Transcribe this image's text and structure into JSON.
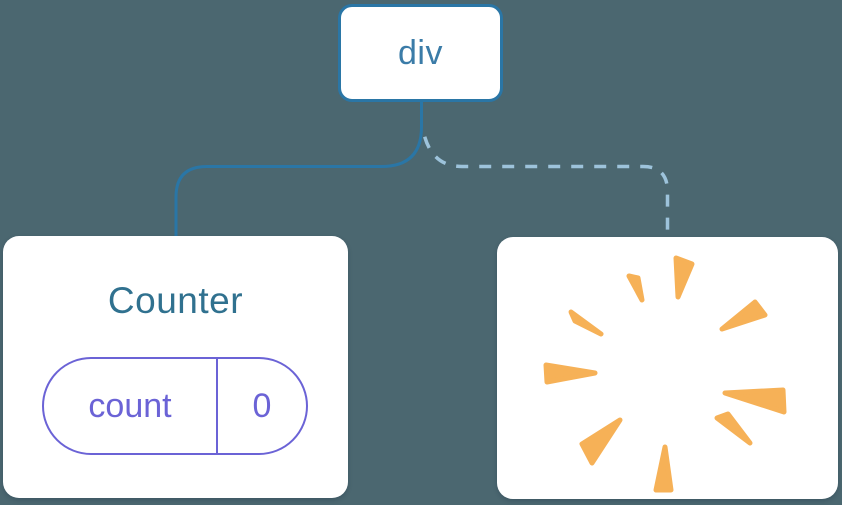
{
  "diagram": {
    "background_color": "#4B6770",
    "root_node": {
      "label": "div",
      "border_color": "#2A76A6",
      "text_color": "#3B7CA8"
    },
    "edges": [
      {
        "type": "solid",
        "color": "#2A76A6",
        "from": "root-node",
        "to": "counter-node"
      },
      {
        "type": "dashed",
        "color": "#9DC3DB",
        "from": "root-node",
        "to": "removed-node"
      }
    ],
    "counter_node": {
      "title": "Counter",
      "title_color": "#30718F",
      "state_pill": {
        "name": "count",
        "value": "0",
        "color": "#6B63D6"
      }
    },
    "removed_node": {
      "icon": "poof-icon",
      "spark_color": "#F6B157"
    }
  }
}
